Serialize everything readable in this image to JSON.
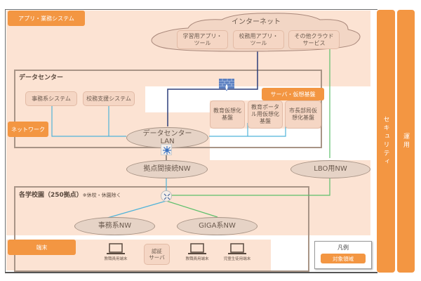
{
  "diagram": {
    "layers": {
      "apps": "アプリ・業務システム",
      "network": "ネットワーク",
      "terminal": "端末",
      "server": "サーバ・仮想基盤"
    },
    "side_bars": {
      "security": "セキュリティ",
      "operations": "運用"
    },
    "internet": {
      "title": "インターネット",
      "services": [
        "学習用アプリ・\nツール",
        "校務用アプリ・\nツール",
        "その他クラウド\nサービス"
      ]
    },
    "datacenter": {
      "title": "データセンター",
      "systems": [
        "事務系システム",
        "校務支援システム"
      ],
      "virtualization": [
        "教育仮想化\n基盤",
        "教育ポータ\nル用仮想化\n基盤",
        "市長部局仮\n想化基盤"
      ],
      "lan": "データセンター\nLAN"
    },
    "networks": {
      "inter_site": "拠点間接続NW",
      "lbo": "LBO用NW",
      "admin": "事務系NW",
      "giga": "GIGA系NW"
    },
    "schools": {
      "title": "各学校園（250拠点）",
      "note": "※休校・休園除く"
    },
    "terminals": [
      {
        "label": "教職員用端末",
        "icon": "laptop-icon"
      },
      {
        "label": "認証\nサーバ",
        "icon": "server"
      },
      {
        "label": "教職員用端末",
        "icon": "laptop-icon"
      },
      {
        "label": "児童生徒用端末",
        "icon": "laptop-icon"
      }
    ],
    "legend": {
      "title": "凡例",
      "item": "対象領域"
    },
    "colors": {
      "orange": "#f39642",
      "band": "#fce3d3",
      "network_blue": "#4fb3d9",
      "lbo_green": "#5cbf6a",
      "firewall_line": "#2d3e7a"
    }
  }
}
